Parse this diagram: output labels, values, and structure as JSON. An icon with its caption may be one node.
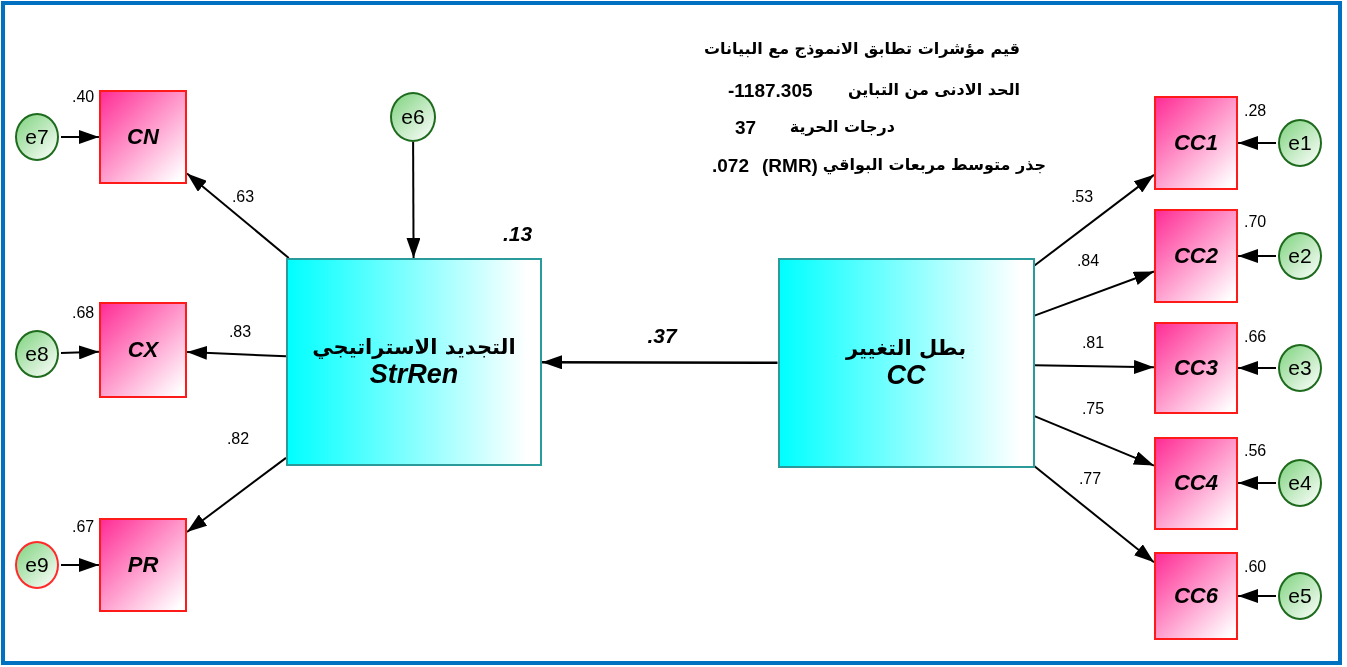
{
  "diagram": {
    "nodes": [
      {
        "text": [
          "e6"
        ]
      },
      {
        "text": [
          "التجديد الاستراتيجي",
          "StrRen"
        ],
        "beside": [
          ".13"
        ]
      },
      {
        "text": [
          "بطل التغيير",
          "CC"
        ]
      },
      {
        "text": [
          "CN"
        ],
        "beside": [
          ".40"
        ]
      },
      {
        "text": [
          "CX"
        ],
        "beside": [
          ".68"
        ]
      },
      {
        "text": [
          "PR"
        ],
        "beside": [
          ".67"
        ]
      },
      {
        "text": [
          "e7"
        ]
      },
      {
        "text": [
          "e8"
        ]
      },
      {
        "text": [
          "e9"
        ]
      },
      {
        "text": [
          "CC1"
        ],
        "beside": [
          ".28"
        ]
      },
      {
        "text": [
          "CC2"
        ],
        "beside": [
          ".70"
        ]
      },
      {
        "text": [
          "CC3"
        ],
        "beside": [
          ".66"
        ]
      },
      {
        "text": [
          "CC4"
        ],
        "beside": [
          ".56"
        ]
      },
      {
        "text": [
          "CC6"
        ],
        "beside": [
          ".60"
        ]
      },
      {
        "text": [
          "e1"
        ]
      },
      {
        "text": [
          "e2"
        ]
      },
      {
        "text": [
          "e3"
        ]
      },
      {
        "text": [
          "e4"
        ]
      },
      {
        "text": [
          "e5"
        ]
      }
    ],
    "edges": [
      {
        "from": 0,
        "to": 1,
        "arrow": "to"
      },
      {
        "from": 2,
        "to": 1,
        "arrow": "to",
        "label": ".37"
      },
      {
        "from": 1,
        "to": 3,
        "arrow": "to",
        "label": ".63"
      },
      {
        "from": 1,
        "to": 4,
        "arrow": "to",
        "label": ".83"
      },
      {
        "from": 1,
        "to": 5,
        "arrow": "to",
        "label": ".82"
      },
      {
        "from": 6,
        "to": 3,
        "arrow": "to"
      },
      {
        "from": 7,
        "to": 4,
        "arrow": "to"
      },
      {
        "from": 8,
        "to": 5,
        "arrow": "to"
      },
      {
        "from": 2,
        "to": 9,
        "arrow": "to",
        "label": ".53"
      },
      {
        "from": 2,
        "to": 10,
        "arrow": "to",
        "label": ".84"
      },
      {
        "from": 2,
        "to": 11,
        "arrow": "to",
        "label": ".81"
      },
      {
        "from": 2,
        "to": 12,
        "arrow": "to",
        "label": ".75"
      },
      {
        "from": 2,
        "to": 13,
        "arrow": "to",
        "label": ".77"
      },
      {
        "from": 14,
        "to": 9,
        "arrow": "to"
      },
      {
        "from": 15,
        "to": 10,
        "arrow": "to"
      },
      {
        "from": 16,
        "to": 11,
        "arrow": "to"
      },
      {
        "from": 17,
        "to": 12,
        "arrow": "to"
      },
      {
        "from": 18,
        "to": 13,
        "arrow": "to"
      }
    ],
    "labels": [
      "قيم مؤشرات تطابق الانموذج مع البيانات",
      "الحد الادنى من التباين",
      "-1187.305",
      "درجات الحرية",
      "37",
      "جذر متوسط مربعات البواقي",
      "(RMR)",
      ".072"
    ]
  }
}
